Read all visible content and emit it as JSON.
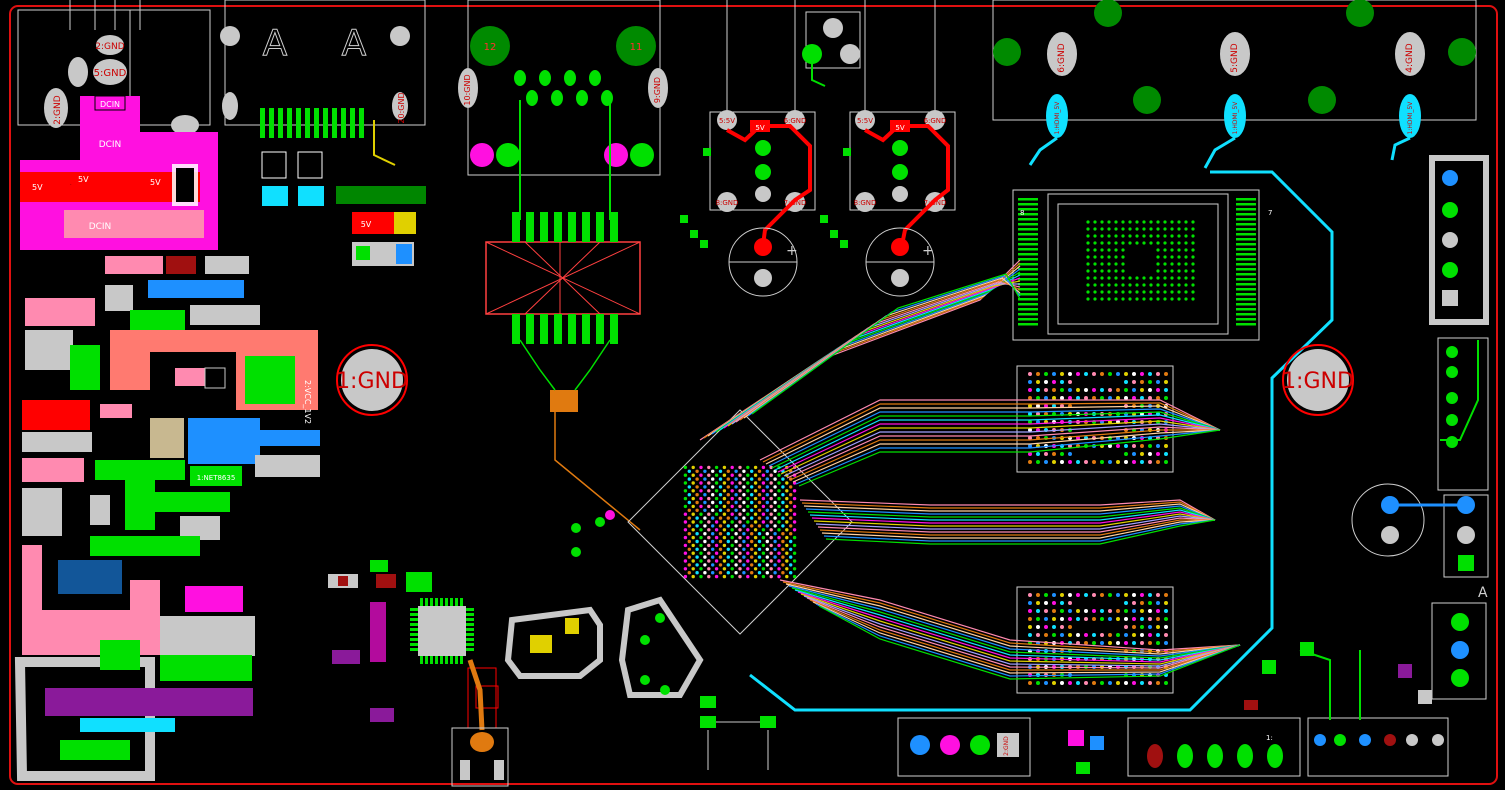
{
  "labels": {
    "gnd_hole_left": "1:GND",
    "gnd_hole_right": "1:GND",
    "pad_2gnd_top": "2:GND",
    "pad_5gnd_top": "5:GND",
    "pad_2gnd_left": "2:GND",
    "dcin_1": "DCIN",
    "dcin_2": "DCIN",
    "dcin_3": "DCIN",
    "v5_1": "5V",
    "v5_2": "5V",
    "v5_3": "5V",
    "v5_4": "5V",
    "v5_5": "5V",
    "v5_6": "5V",
    "v5_7": "5V",
    "usb_a_1": "A",
    "usb_a_2": "A",
    "rj_10gnd": "10:GND",
    "rj_9gnd": "9:GND",
    "rj_12": "12",
    "rj_11": "11",
    "usb_20gnd": "20:GND",
    "p8gnd_1": "8:GND",
    "p7gnd_1": "7:GND",
    "p8gnd_2": "8:GND",
    "p7gnd_2": "7:GND",
    "p5v_a": "5:5V",
    "p6gnd_a": "6:GND",
    "p5v_b": "5:5V",
    "p6gnd_b": "6:GND",
    "hdmi_6gnd": "6:GND",
    "hdmi_5gnd": "5:GND",
    "hdmi_4gnd": "4:GND",
    "hdmi_net_1": "1:HDMI_5V",
    "hdmi_net_2": "1:HDMI_5V",
    "hdmi_net_3": "1:HDMI_5V",
    "vcc_label": "2:VCC_1V2",
    "net_label_1": "1:NET8635",
    "net_label_2": "1:",
    "small_pad_2gnd": "2:GND",
    "plus_1": "+",
    "plus_2": "+",
    "a_mark": "A",
    "j_8": "8",
    "j_7": "7"
  },
  "colors": {
    "board_outline": "#e01010",
    "silkscreen": "#d0d0d0",
    "pad_gray": "#c8c8c8",
    "top_trace": "#00e000",
    "power_5v": "#ff0000",
    "dcin_magenta": "#ff10e0",
    "hdmi_cyan": "#10e0ff",
    "pink": "#ff8ab0",
    "salmon": "#ff7a70",
    "blue_pour": "#1e90ff",
    "purple": "#8a1a9a",
    "orange": "#e07a10",
    "yellow": "#e0d000",
    "dark_red": "#a01010"
  }
}
